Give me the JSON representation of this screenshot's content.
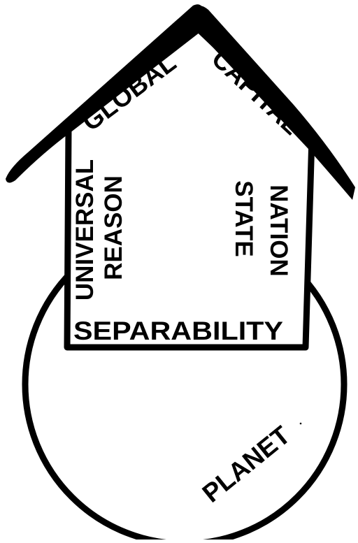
{
  "house": {
    "roof_left": "GLOBAL",
    "roof_right": "CAPITAL",
    "left_wall_outer": "UNIVERSAL",
    "left_wall_inner": "REASON",
    "right_wall_outer": "NATION",
    "right_wall_inner": "STATE",
    "floor": "SEPARABILITY"
  },
  "planet": {
    "label": "PLANET"
  },
  "colors": {
    "ink": "#000000",
    "fill": "#ffffff"
  }
}
